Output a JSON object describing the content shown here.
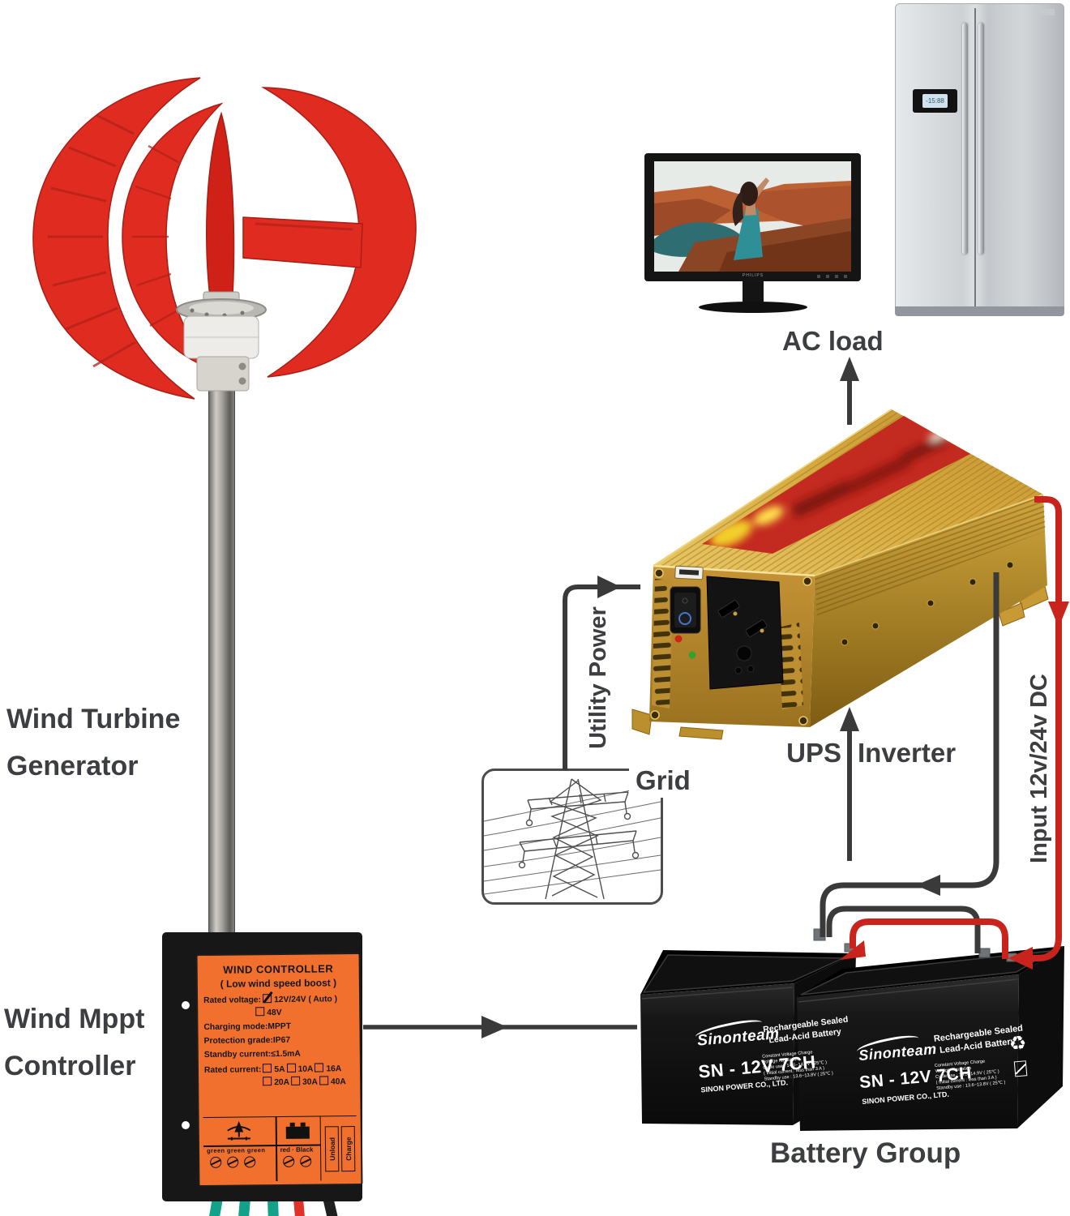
{
  "labels": {
    "wind_turbine_generator": "Wind Turbine Generator",
    "wind_mppt_controller": "Wind Mppt Controller",
    "ac_load": "AC load",
    "ups_part1": "UPS",
    "ups_part2": "Inverter",
    "utility_power": "Utility Power",
    "grid": "Grid",
    "input_dc": "Input 12v/24v DC",
    "battery_group": "Battery Group"
  },
  "controller": {
    "title": "WIND CONTROLLER",
    "subtitle": "( Low wind speed boost )",
    "rated_voltage_label": "Rated voltage:",
    "voltage_option_1": "12V/24V ( Auto )",
    "voltage_option_2": "48V",
    "charging_mode": "Charging mode:MPPT",
    "protection_grade": "Protection grade:IP67",
    "standby_current": "Standby current:≤1.5mA",
    "rated_current_label": "Rated current:",
    "current_row1": [
      "5A",
      "10A",
      "16A"
    ],
    "current_row2": [
      "20A",
      "30A",
      "40A"
    ],
    "terminal_green_labels": "green green green",
    "terminal_red_label": "red",
    "terminal_black_label": "Black",
    "unload_label": "Unload",
    "charge_label": "Charge"
  },
  "battery": {
    "brand": "Sinonteam",
    "model": "SN - 12V 7CH",
    "company": "SINON POWER CO., LTD.",
    "type_line1": "Rechargeable Sealed",
    "type_line2": "Lead-Acid Battery",
    "specs": [
      "Constant Voltage Charge",
      "Voltage regulation",
      "Cycle use : 14.5~14.9V ( 25℃ )",
      "( Initial current : less than 3 A )",
      "Standby use : 13.6~13.8V ( 25℃ )"
    ]
  },
  "monitor": {
    "brand": "PHILIPS"
  },
  "colors": {
    "turbine_red": "#e02b20",
    "controller_orange": "#f1702d",
    "inverter_gold": "#d9a942",
    "wire_red": "#c8231c",
    "wire_black": "#3a3a3a",
    "wire_teal": "#13a289",
    "label_text": "#3d3e41"
  }
}
